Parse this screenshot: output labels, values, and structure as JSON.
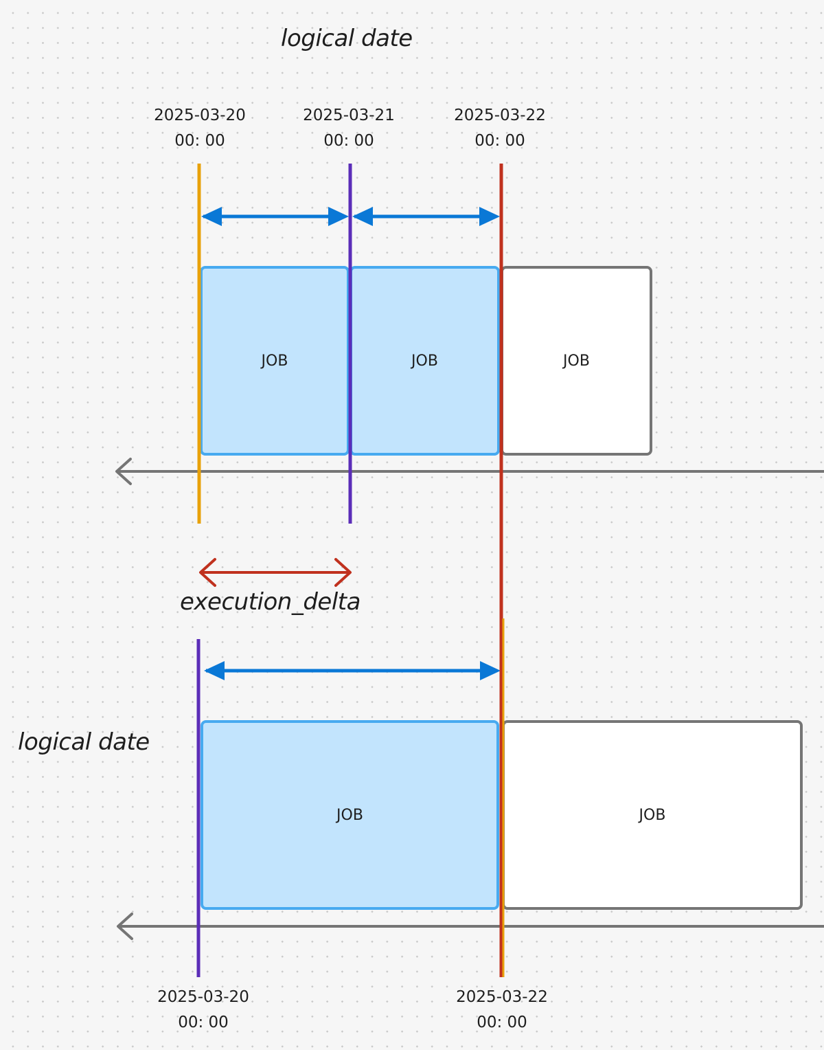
{
  "top_section": {
    "title": "logical date",
    "dates": [
      {
        "date": "2025-03-20",
        "time": "00: 00"
      },
      {
        "date": "2025-03-21",
        "time": "00: 00"
      },
      {
        "date": "2025-03-22",
        "time": "00: 00"
      }
    ],
    "jobs": [
      {
        "label": "JOB",
        "state": "active"
      },
      {
        "label": "JOB",
        "state": "active"
      },
      {
        "label": "JOB",
        "state": "pending"
      }
    ]
  },
  "delta": {
    "label": "execution_delta"
  },
  "bottom_section": {
    "title": "logical date",
    "dates": [
      {
        "date": "2025-03-20",
        "time": "00: 00"
      },
      {
        "date": "2025-03-22",
        "time": "00: 00"
      }
    ],
    "jobs": [
      {
        "label": "JOB",
        "state": "active"
      },
      {
        "label": "JOB",
        "state": "pending"
      }
    ]
  },
  "colors": {
    "orange_marker": "#e8a10a",
    "purple_marker": "#5b2db8",
    "red_marker": "#c0311e",
    "interval_arrow": "#0a78d6",
    "delta_arrow": "#c0311e",
    "timeline": "#757575",
    "job_active_fill": "#c2e4fd",
    "job_active_border": "#47aaf0",
    "job_pending_border": "#757575"
  }
}
